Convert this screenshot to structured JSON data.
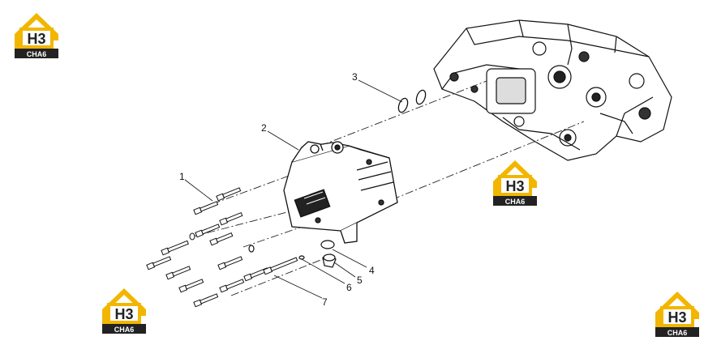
{
  "logo": {
    "mark": "H3",
    "subtitle": "CHA6",
    "colors": {
      "roof": "#f2b600",
      "dark": "#222222",
      "light": "#ffffff"
    }
  },
  "callouts": [
    {
      "id": "1",
      "label": "1"
    },
    {
      "id": "2",
      "label": "2"
    },
    {
      "id": "3",
      "label": "3"
    },
    {
      "id": "4",
      "label": "4"
    },
    {
      "id": "5",
      "label": "5"
    },
    {
      "id": "6",
      "label": "6"
    },
    {
      "id": "7",
      "label": "7"
    }
  ]
}
